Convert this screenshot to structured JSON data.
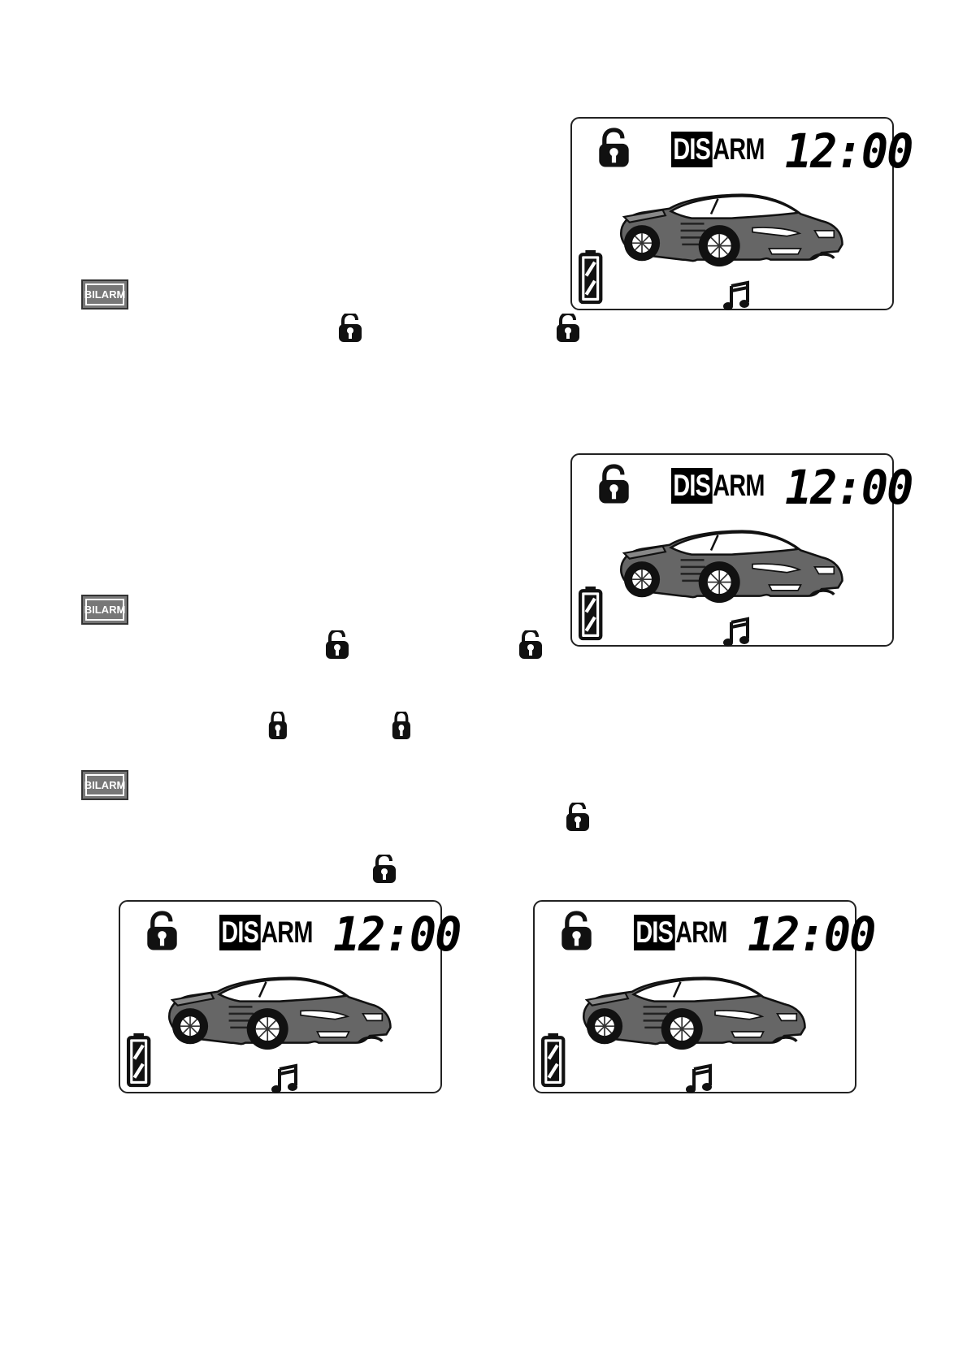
{
  "brand": {
    "badge_label": "BILARM"
  },
  "lcd": {
    "dis": "DIS",
    "arm": "ARM",
    "time": "12:00"
  },
  "icons": {
    "lock_open": "unlocked-padlock-icon",
    "lock_closed": "locked-padlock-icon",
    "battery": "battery-icon",
    "music": "music-note-icon",
    "car": "car-icon"
  }
}
